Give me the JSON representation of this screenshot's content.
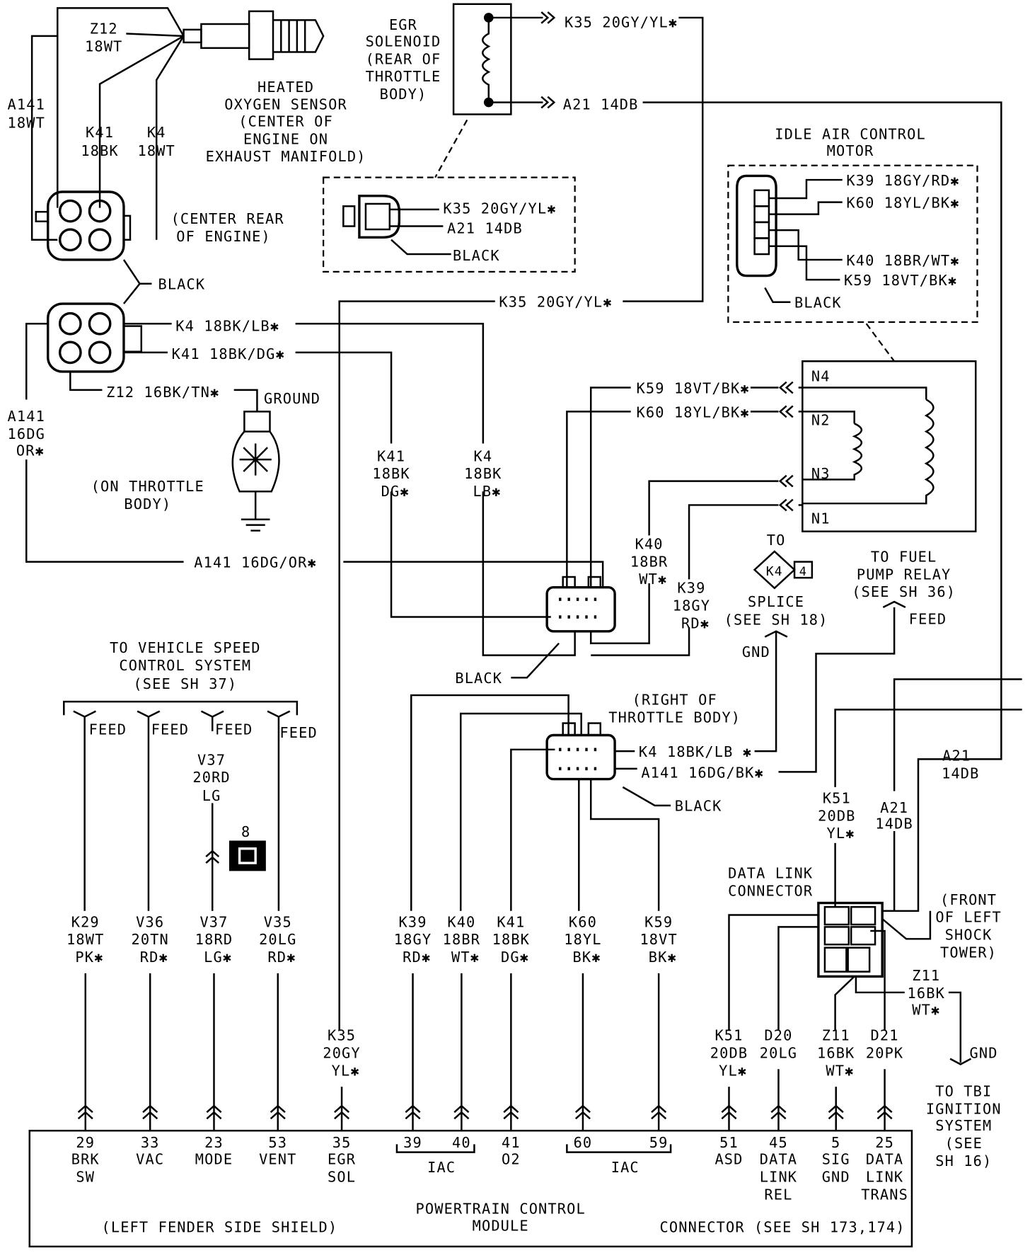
{
  "o2_sensor": {
    "z12": [
      "Z12",
      "18WT"
    ],
    "a141": [
      "A141",
      "18WT"
    ],
    "k41": [
      "K41",
      "18BK"
    ],
    "k4": [
      "K4",
      "18WT"
    ],
    "title": [
      "HEATED",
      "OXYGEN SENSOR",
      "(CENTER OF",
      "ENGINE ON",
      "EXHAUST MANIFOLD)"
    ],
    "location": [
      "(CENTER REAR",
      "OF ENGINE)"
    ],
    "color": "BLACK"
  },
  "o2_harness": {
    "k4": "K4 18BK/LB✱",
    "k41": "K41 18BK/DG✱",
    "z12": "Z12 16BK/TN✱",
    "ground": "GROUND",
    "a141_left": [
      "A141",
      "16DG",
      "OR✱"
    ],
    "throttle_note": [
      "(ON THROTTLE",
      "BODY)"
    ],
    "k41_v": [
      "K41",
      "18BK",
      "DG✱"
    ],
    "k4_v": [
      "K4",
      "18BK",
      "LB✱"
    ],
    "a141_h": "A141 16DG/OR✱"
  },
  "egr": {
    "title": [
      "EGR",
      "SOLENOID",
      "(REAR OF",
      "THROTTLE",
      "BODY)"
    ],
    "k35_top": "K35 20GY/YL✱",
    "a21_top": "A21 14DB",
    "k35_conn": "K35 20GY/YL✱",
    "a21_conn": "A21 14DB",
    "color": "BLACK",
    "k35_mid": "K35 20GY/YL✱"
  },
  "iac": {
    "title": [
      "IDLE AIR CONTROL",
      "MOTOR"
    ],
    "k39": "K39 18GY/RD✱",
    "k60": "K60 18YL/BK✱",
    "k40": "K40 18BR/WT✱",
    "k59": "K59 18VT/BK✱",
    "color": "BLACK",
    "pins": [
      "N4",
      "N2",
      "N3",
      "N1"
    ],
    "k59_h": "K59 18VT/BK✱",
    "k60_h": "K60 18YL/BK✱",
    "k40_v": [
      "K40",
      "18BR",
      "WT✱"
    ],
    "k39_v": [
      "K39",
      "18GY",
      "RD✱"
    ]
  },
  "splice": {
    "to": "TO",
    "id": "K4",
    "num": "4",
    "label": [
      "SPLICE",
      "(SEE SH 18)"
    ],
    "gnd": "GND"
  },
  "fuel_pump": {
    "label": [
      "TO FUEL",
      "PUMP RELAY",
      "(SEE SH 36)"
    ],
    "feed": "FEED"
  },
  "throttle_conn": {
    "color_upper": "BLACK",
    "location": [
      "(RIGHT OF",
      "THROTTLE BODY)"
    ],
    "k4": "K4 18BK/LB ✱",
    "a141": "A141 16DG/BK✱",
    "color_lower": "BLACK"
  },
  "data_link": {
    "a21_right": [
      "A21",
      "14DB"
    ],
    "k51": [
      "K51",
      "20DB",
      "YL✱"
    ],
    "a21": [
      "A21",
      "14DB"
    ],
    "title": [
      "DATA LINK",
      "CONNECTOR"
    ],
    "location": [
      "(FRONT",
      "OF LEFT",
      "SHOCK",
      "TOWER)"
    ],
    "z11": [
      "Z11",
      "16BK",
      "WT✱"
    ],
    "gnd": "GND",
    "tbi": [
      "TO TBI",
      "IGNITION",
      "SYSTEM",
      "(SEE",
      "SH 16)"
    ]
  },
  "speed_control": {
    "title": [
      "TO VEHICLE SPEED",
      "CONTROL SYSTEM",
      "(SEE SH 37)"
    ],
    "feeds": [
      "FEED",
      "FEED",
      "FEED",
      "FEED"
    ],
    "v37_upper": [
      "V37",
      "20RD",
      "LG"
    ],
    "connector_num": "8"
  },
  "pcm_wires": [
    [
      "K29",
      "18WT",
      "PK✱"
    ],
    [
      "V36",
      "20TN",
      "RD✱"
    ],
    [
      "V37",
      "18RD",
      "LG✱"
    ],
    [
      "V35",
      "20LG",
      "RD✱"
    ],
    [
      "K35",
      "20GY",
      "YL✱"
    ],
    [
      "K39",
      "18GY",
      "RD✱"
    ],
    [
      "K40",
      "18BR",
      "WT✱"
    ],
    [
      "K41",
      "18BK",
      "DG✱"
    ],
    [
      "K60",
      "18YL",
      "BK✱"
    ],
    [
      "K59",
      "18VT",
      "BK✱"
    ],
    [
      "K51",
      "20DB",
      "YL✱"
    ],
    [
      "D20",
      "20LG"
    ],
    [
      "Z11",
      "16BK",
      "WT✱"
    ],
    [
      "D21",
      "20PK"
    ]
  ],
  "pcm": {
    "pins": [
      "29",
      "33",
      "23",
      "53",
      "35",
      "39",
      "40",
      "41",
      "60",
      "59",
      "51",
      "45",
      "5",
      "25"
    ],
    "pin_names": [
      [
        "BRK",
        "SW"
      ],
      [
        "VAC"
      ],
      [
        "MODE"
      ],
      [
        "VENT"
      ],
      [
        "EGR",
        "SOL"
      ],
      [],
      [],
      [
        "O2"
      ],
      [],
      [],
      [
        "ASD"
      ],
      [
        "DATA",
        "LINK",
        "REL"
      ],
      [
        "SIG",
        "GND"
      ],
      [
        "DATA",
        "LINK",
        "TRANS"
      ]
    ],
    "group_iac_1": "IAC",
    "group_iac_2": "IAC",
    "title": [
      "POWERTRAIN CONTROL",
      "MODULE"
    ],
    "left_note": "(LEFT FENDER SIDE SHIELD)",
    "right_note": "CONNECTOR (SEE SH 173,174)"
  }
}
